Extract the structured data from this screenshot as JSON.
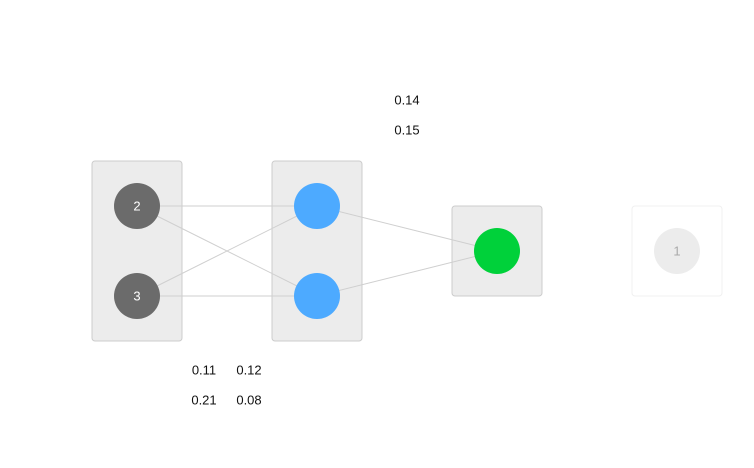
{
  "network": {
    "colors": {
      "input_node": "#6b6b6b",
      "hidden_node": "#4daaff",
      "output_node": "#00d13a",
      "faded_node": "#ececec",
      "input_label": "#ffffff",
      "faded_label": "#aaaaaa"
    },
    "input_layer": {
      "nodes": [
        {
          "label": "2"
        },
        {
          "label": "3"
        }
      ]
    },
    "hidden_layer": {
      "nodes": [
        {
          "label": ""
        },
        {
          "label": ""
        }
      ]
    },
    "output_layer": {
      "nodes": [
        {
          "label": ""
        }
      ]
    },
    "target_layer": {
      "nodes": [
        {
          "label": "1"
        }
      ]
    },
    "weights": {
      "input_to_hidden": [
        [
          "0.11",
          "0.12"
        ],
        [
          "0.21",
          "0.08"
        ]
      ],
      "hidden_to_output": [
        [
          "0.14"
        ],
        [
          "0.15"
        ]
      ]
    }
  }
}
